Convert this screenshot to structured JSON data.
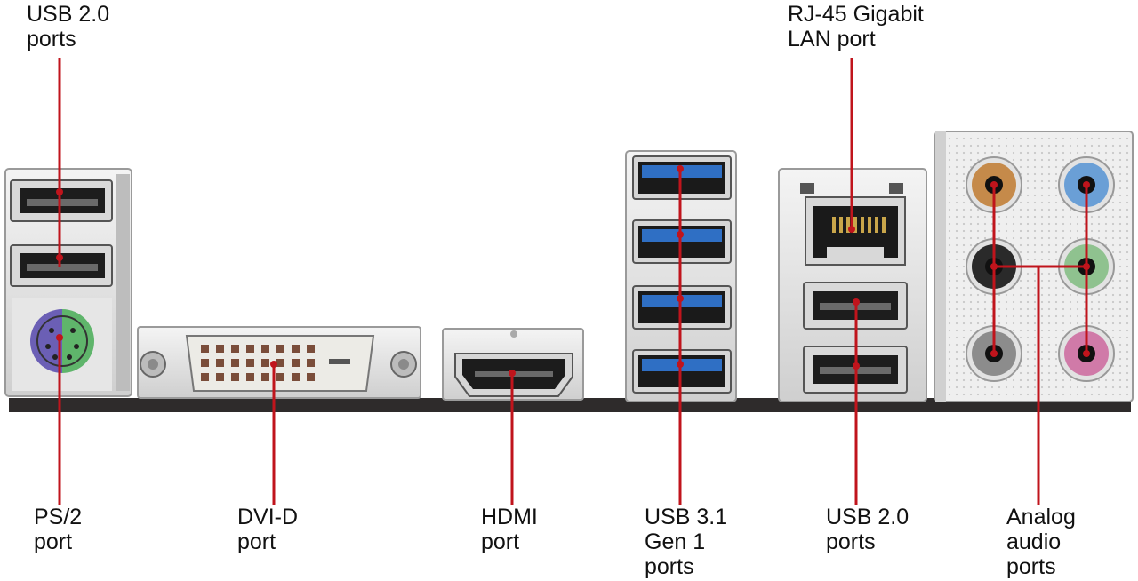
{
  "labels": {
    "usb20_top": [
      "USB 2.0",
      "ports"
    ],
    "rj45": [
      "RJ-45 Gigabit",
      "LAN port"
    ],
    "ps2": [
      "PS/2",
      "port"
    ],
    "dvi": [
      "DVI-D",
      "port"
    ],
    "hdmi": [
      "HDMI",
      "port"
    ],
    "usb31": [
      "USB 3.1",
      "Gen 1",
      "ports"
    ],
    "usb20_bottom": [
      "USB 2.0",
      "ports"
    ],
    "audio": [
      "Analog",
      "audio",
      "ports"
    ]
  },
  "colors": {
    "leader_line": "#c0141c",
    "board": "#2e2b2b",
    "metal": "#dcdcdc",
    "usb3_blue": "#2f6fc4",
    "audio_orange": "#c58a4a",
    "audio_blue": "#6a9fd6",
    "audio_black": "#2a2a2a",
    "audio_green": "#8fc28f",
    "audio_gray": "#8c8c8c",
    "audio_pink": "#d07aa8",
    "ps2_purple": "#6b5fb5",
    "ps2_green": "#5fb56b"
  }
}
